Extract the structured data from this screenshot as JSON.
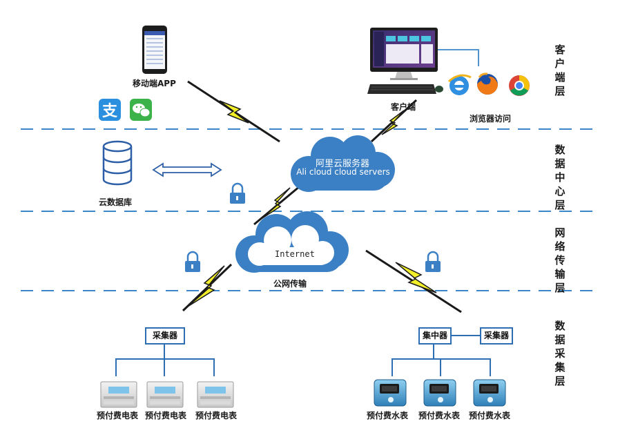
{
  "layers": [
    {
      "label": "客户端层"
    },
    {
      "label": "数据中心层"
    },
    {
      "label": "网络传输层"
    },
    {
      "label": "数据采集层"
    }
  ],
  "client": {
    "mobile_label": "移动端APP",
    "pc_label": "客户端",
    "browser_label": "浏览器访问"
  },
  "datacenter": {
    "db_label": "云数据库",
    "cloud_cn": "阿里云服务器",
    "cloud_en": "Ali cloud  cloud servers"
  },
  "network": {
    "internet_label": "Internet",
    "public_label": "公网传输"
  },
  "collection": {
    "collector_left": "采集器",
    "concentrator": "集中器",
    "collector_right": "采集器",
    "electric_meters": [
      "预付费电表",
      "预付费电表",
      "预付费电表"
    ],
    "water_meters": [
      "预付费水表",
      "预付费水表",
      "预付费水表"
    ]
  },
  "colors": {
    "dashed_line": "#3a86c8",
    "cloud": "#3b7fc4",
    "lightning": "#f3ee2a",
    "tree_line": "#2d6db3"
  }
}
